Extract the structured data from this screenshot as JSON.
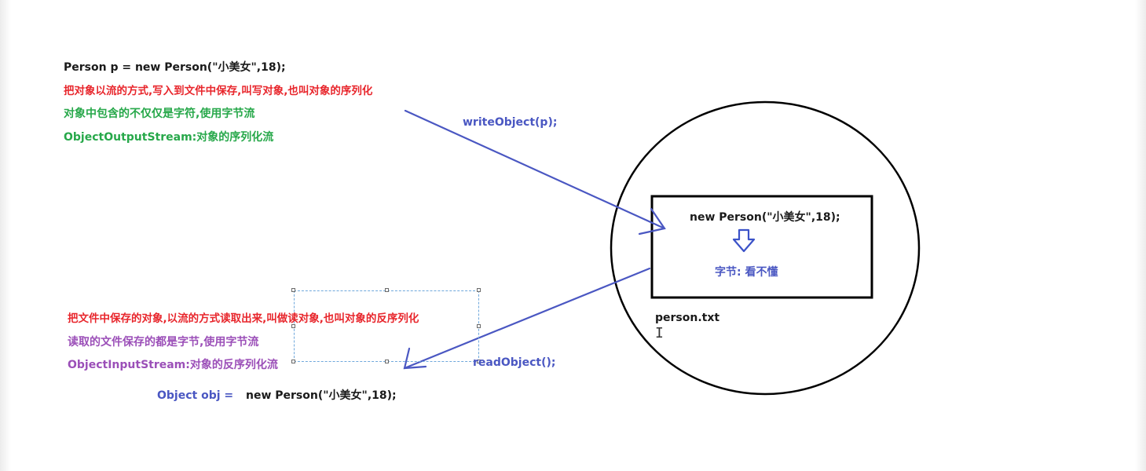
{
  "top": {
    "code": "Person p = new Person(\"小美女\",18);",
    "serialize_desc": "把对象以流的方式,写入到文件中保存,叫写对象,也叫对象的序列化",
    "byte_note": "对象中包含的不仅仅是字符,使用字节流",
    "stream_name": "ObjectOutputStream:对象的序列化流"
  },
  "write_label": "writeObject(p);",
  "file": {
    "content": "new Person(\"小美女\",18);",
    "bytes_label": "字节: 看不懂",
    "name": "person.txt"
  },
  "bottom": {
    "deserialize_desc": "把文件中保存的对象,以流的方式读取出来,叫做读对象,也叫对象的反序列化",
    "byte_note": "读取的文件保存的都是字节,使用字节流",
    "stream_name": "ObjectInputStream:对象的反序列化流",
    "code_left": "Object obj =",
    "code_right": "new Person(\"小美女\",18);"
  },
  "read_label": "readObject();",
  "colors": {
    "arrow": "#4a57c2",
    "red": "#e8262c",
    "green": "#27a84a",
    "purple": "#9b4fb8",
    "blue": "#4a57c2"
  },
  "icons": [
    "text-cursor-icon",
    "down-arrow-icon"
  ]
}
